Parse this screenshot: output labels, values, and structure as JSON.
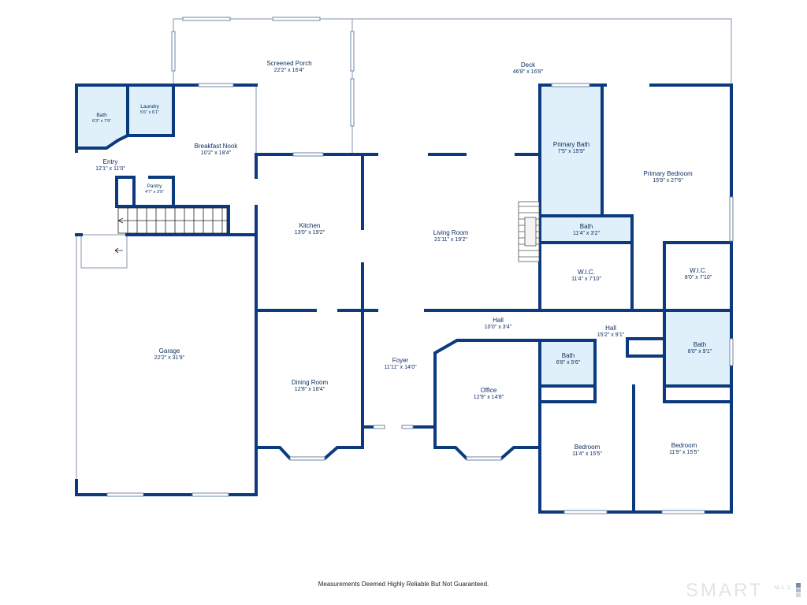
{
  "rooms": {
    "screened_porch": {
      "name": "Screened Porch",
      "dims": "22'2\" x 16'4\""
    },
    "deck": {
      "name": "Deck",
      "dims": "46'8\" x 16'8\""
    },
    "bath_upper_left": {
      "name": "Bath",
      "dims": "6'3\" x 7'9\""
    },
    "laundry": {
      "name": "Laundry",
      "dims": "5'6\" x 6'1\""
    },
    "breakfast_nook": {
      "name": "Breakfast Nook",
      "dims": "10'2\" x 18'4\""
    },
    "entry": {
      "name": "Entry",
      "dims": "12'1\" x 11'0\""
    },
    "pantry": {
      "name": "Pantry",
      "dims": "4'7\" x 3'9\""
    },
    "kitchen": {
      "name": "Kitchen",
      "dims": "13'0\" x 19'2\""
    },
    "living_room": {
      "name": "Living Room",
      "dims": "21'11\" x 19'2\""
    },
    "primary_bath": {
      "name": "Primary Bath",
      "dims": "7'5\" x 15'9\""
    },
    "primary_bedroom": {
      "name": "Primary Bedroom",
      "dims": "15'9\" x 27'6\""
    },
    "bath_primary_small": {
      "name": "Bath",
      "dims": "11'4\" x 3'2\""
    },
    "wic_left": {
      "name": "W.I.C.",
      "dims": "11'4\" x 7'10\""
    },
    "wic_right": {
      "name": "W.I.C.",
      "dims": "8'0\" x 7'10\""
    },
    "garage": {
      "name": "Garage",
      "dims": "22'2\" x 31'9\""
    },
    "hall_left": {
      "name": "Hall",
      "dims": "10'0\" x 3'4\""
    },
    "hall_right": {
      "name": "Hall",
      "dims": "15'2\" x 9'1\""
    },
    "bath_right": {
      "name": "Bath",
      "dims": "8'0\" x 9'1\""
    },
    "foyer": {
      "name": "Foyer",
      "dims": "11'11\" x 14'0\""
    },
    "bath_mid": {
      "name": "Bath",
      "dims": "6'8\" x 5'6\""
    },
    "dining_room": {
      "name": "Dining Room",
      "dims": "12'8\" x 18'4\""
    },
    "office": {
      "name": "Office",
      "dims": "12'9\" x 14'8\""
    },
    "bedroom_left": {
      "name": "Bedroom",
      "dims": "11'4\" x 15'5\""
    },
    "bedroom_right": {
      "name": "Bedroom",
      "dims": "11'9\" x 15'5\""
    }
  },
  "footer": {
    "disclaimer": "Measurements Deemed Highly Reliable But Not Guaranteed.",
    "brand": "SMART",
    "brand_sub": "MLS"
  },
  "colors": {
    "wall": "#0b3a7e",
    "bath_fill": "#dff0fa",
    "text": "#0a2a5e",
    "thin_wall": "#9aa6b6"
  }
}
